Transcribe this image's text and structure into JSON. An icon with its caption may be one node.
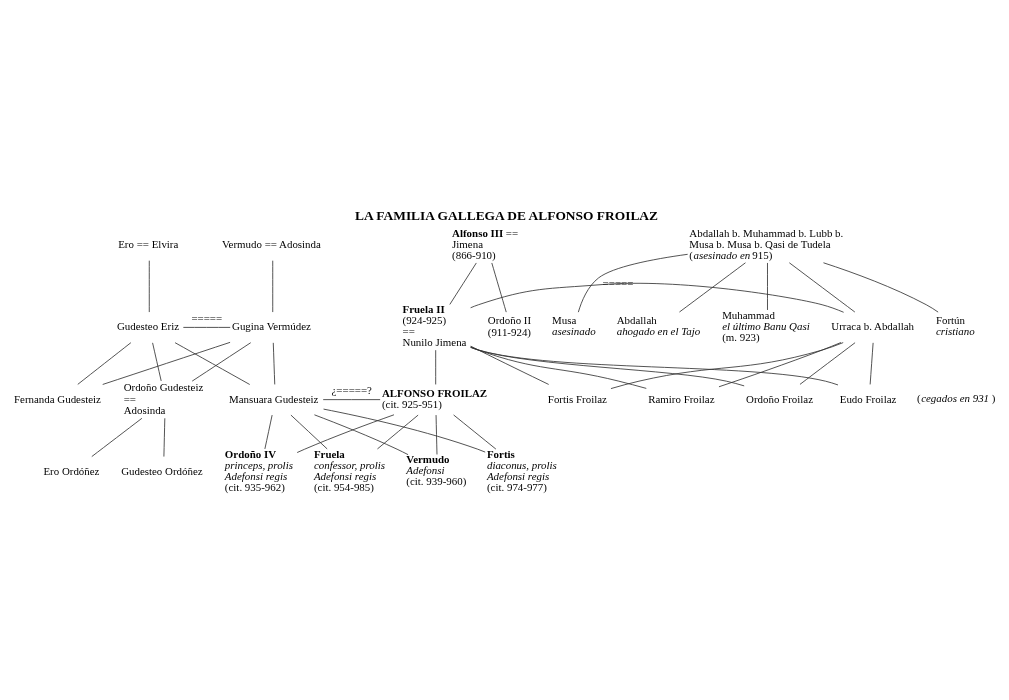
{
  "diagram": {
    "title": "LA FAMILIA GALLEGA DE ALFONSO FROILAZ",
    "nodes": [
      {
        "text": [
          "Ero == Elvira"
        ]
      },
      {
        "text": [
          "Vermudo == Adosinda"
        ]
      },
      {
        "text": [
          "**Alfonso III** == Jimena",
          "(866-910)"
        ]
      },
      {
        "text": [
          "Abdallah b. Muhammad b. Lubb b. Musa b. Musa b. Qasi de Tudela",
          "(*asesinado en* 915)"
        ]
      },
      {
        "text": [
          "Gudesteo Eriz"
        ]
      },
      {
        "text": [
          "Gugina Vermúdez"
        ]
      },
      {
        "text": [
          "Ordoño II",
          "(911-924)"
        ]
      },
      {
        "text": [
          "**Fruela II**",
          "(924-925)",
          "==",
          "Nunilo Jimena"
        ]
      },
      {
        "text": [
          "Urraca b. Abdallah"
        ]
      },
      {
        "text": [
          "Fortún",
          "*cristiano*"
        ]
      },
      {
        "text": [
          "Musa",
          "*asesinado*"
        ]
      },
      {
        "text": [
          "Abdallah",
          "*ahogado en el Tajo*"
        ]
      },
      {
        "text": [
          "Muhammad",
          "*el último Banu Qasi*",
          "(m. 923)"
        ]
      },
      {
        "text": [
          "Ordoño Gudesteiz",
          "==",
          "Adosinda"
        ]
      },
      {
        "text": [
          "Fernanda Gudesteiz"
        ]
      },
      {
        "text": [
          "Mansuara Gudesteiz"
        ]
      },
      {
        "text": [
          "**ALFONSO FROILAZ**",
          "(cit. 925-951)"
        ]
      },
      {
        "text": [
          "Ramiro Froilaz"
        ]
      },
      {
        "text": [
          "Ordoño Froilaz"
        ]
      },
      {
        "text": [
          "Eudo Froilaz"
        ]
      },
      {
        "text": [
          "Fortis Froilaz"
        ]
      },
      {
        "text": [
          "Ero Ordóñez"
        ]
      },
      {
        "text": [
          "Gudesteo Ordóñez"
        ]
      },
      {
        "text": [
          "**Ordoño IV**",
          "*princeps, prolis Adefonsi regis*",
          "(cit. 935-962)"
        ]
      },
      {
        "text": [
          "**Fruela**",
          "*confessor, prolis Adefonsi regis*",
          "(cit. 954-985)"
        ]
      },
      {
        "text": [
          "**Fortis**",
          "*diaconus, prolis Adefonsi regis*",
          "(cit. 974-977)"
        ]
      },
      {
        "text": [
          "**Vermudo**",
          "*Adefonsi*",
          "(cit. 939-960)"
        ]
      }
    ],
    "edges": [
      {
        "from": 0,
        "to": 4,
        "arrow": "none"
      },
      {
        "from": 1,
        "to": 5,
        "arrow": "none"
      },
      {
        "from": 2,
        "to": 6,
        "arrow": "none"
      },
      {
        "from": 2,
        "to": 7,
        "arrow": "none"
      },
      {
        "from": 3,
        "to": 8,
        "arrow": "none"
      },
      {
        "from": 3,
        "to": 9,
        "arrow": "none"
      },
      {
        "from": 3,
        "to": 10,
        "arrow": "none"
      },
      {
        "from": 3,
        "to": 11,
        "arrow": "none"
      },
      {
        "from": 3,
        "to": 12,
        "arrow": "none"
      },
      {
        "from": 4,
        "to": 5,
        "label": "=====",
        "arrow": "none"
      },
      {
        "from": 7,
        "to": 8,
        "label": "=====",
        "arrow": "none"
      },
      {
        "from": 4,
        "to": 13,
        "arrow": "none"
      },
      {
        "from": 5,
        "to": 13,
        "arrow": "none"
      },
      {
        "from": 4,
        "to": 14,
        "arrow": "none"
      },
      {
        "from": 5,
        "to": 14,
        "arrow": "none"
      },
      {
        "from": 4,
        "to": 15,
        "arrow": "none"
      },
      {
        "from": 5,
        "to": 15,
        "arrow": "none"
      },
      {
        "from": 7,
        "to": 16,
        "arrow": "none"
      },
      {
        "from": 7,
        "to": 17,
        "arrow": "none"
      },
      {
        "from": 8,
        "to": 17,
        "arrow": "none"
      },
      {
        "from": 7,
        "to": 18,
        "arrow": "none"
      },
      {
        "from": 8,
        "to": 18,
        "arrow": "none"
      },
      {
        "from": 7,
        "to": 19,
        "arrow": "none"
      },
      {
        "from": 8,
        "to": 19,
        "arrow": "none"
      },
      {
        "from": 7,
        "to": 20,
        "arrow": "none"
      },
      {
        "from": 8,
        "to": 20,
        "arrow": "none"
      },
      {
        "from": 15,
        "to": 16,
        "label": "¿=====?",
        "arrow": "none"
      },
      {
        "from": 13,
        "to": 21,
        "arrow": "none"
      },
      {
        "from": 13,
        "to": 22,
        "arrow": "none"
      },
      {
        "from": 15,
        "to": 23,
        "arrow": "none"
      },
      {
        "from": 16,
        "to": 23,
        "arrow": "none"
      },
      {
        "from": 15,
        "to": 24,
        "arrow": "none"
      },
      {
        "from": 16,
        "to": 24,
        "arrow": "none"
      },
      {
        "from": 15,
        "to": 25,
        "arrow": "none"
      },
      {
        "from": 16,
        "to": 25,
        "arrow": "none"
      },
      {
        "from": 15,
        "to": 26,
        "arrow": "none"
      },
      {
        "from": 16,
        "to": 26,
        "arrow": "none"
      }
    ],
    "labels": [
      "(*cegados en 931*)"
    ]
  }
}
